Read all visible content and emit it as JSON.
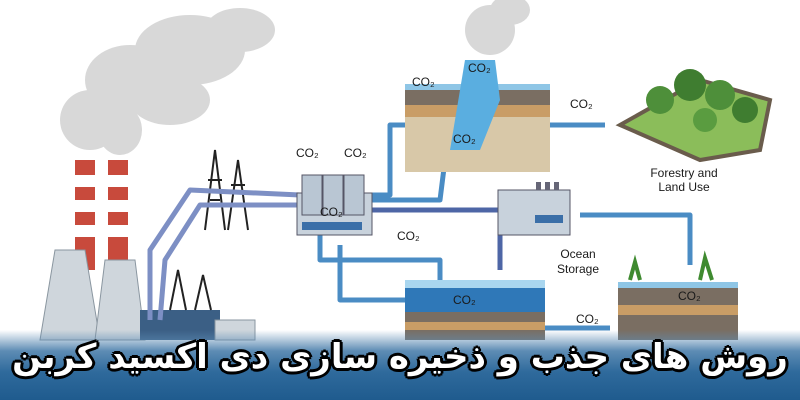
{
  "diagram": {
    "co2_labels": [
      "CO₂",
      "CO₂",
      "CO₂",
      "CO₂",
      "CO₂",
      "CO₂",
      "CO₂",
      "CO₂",
      "CO₂",
      "CO₂",
      "CO₂"
    ],
    "forestry_label_1": "Forestry and",
    "forestry_label_2": "Land Use",
    "ocean_label_1": "Ocean",
    "ocean_label_2": "Storage"
  },
  "banner": {
    "title": "روش های جذب و ذخیره سازی دی اکسید کربن"
  },
  "colors": {
    "pipe": "#4a8cc4",
    "water": "#6fb2de",
    "soil": "#c9b28e",
    "banner": "#2f6a9c"
  }
}
